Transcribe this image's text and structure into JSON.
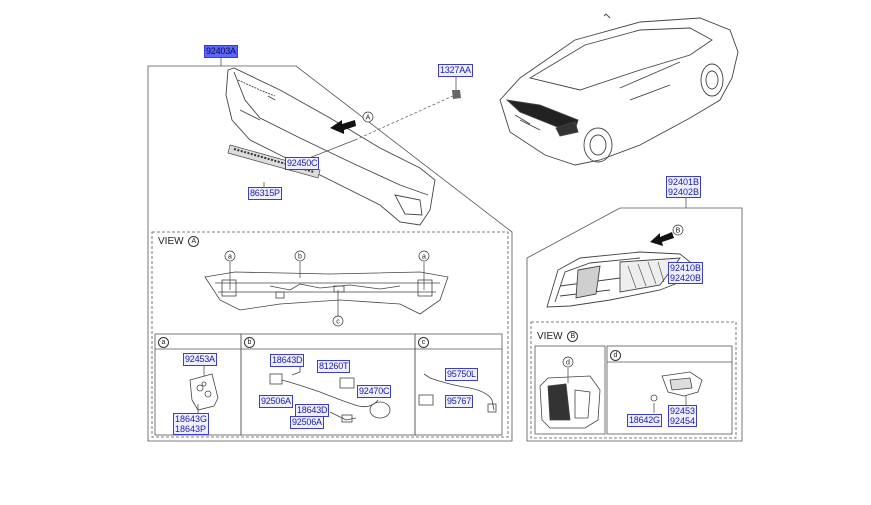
{
  "parts": {
    "p92403A": "92403A",
    "p1327AA": "1327AA",
    "p92450C": "92450C",
    "p86315P": "86315P",
    "p92401B": "92401B",
    "p92402B": "92402B",
    "p92410B": "92410B",
    "p92420B": "92420B",
    "p92453A": "92453A",
    "p18643G": "18643G",
    "p18643P": "18643P",
    "p18643D_1": "18643D",
    "p81260T": "81260T",
    "p92506A_1": "92506A",
    "p92470C": "92470C",
    "p18643D_2": "18643D",
    "p92506A_2": "92506A",
    "p95750L": "95750L",
    "p95767": "95767",
    "p18642G": "18642G",
    "p92453": "92453",
    "p92454": "92454"
  },
  "views": {
    "view_a_label": "VIEW",
    "view_a_ref": "A",
    "view_b_label": "VIEW",
    "view_b_ref": "B"
  },
  "callouts": {
    "a": "a",
    "b": "b",
    "c": "c",
    "d": "d",
    "A": "A",
    "B": "B"
  },
  "colors": {
    "label_fill": "#eef0ff",
    "label_border": "#3b3bd0",
    "label_text": "#1a1aa8",
    "highlight_fill": "#5a66ff"
  }
}
